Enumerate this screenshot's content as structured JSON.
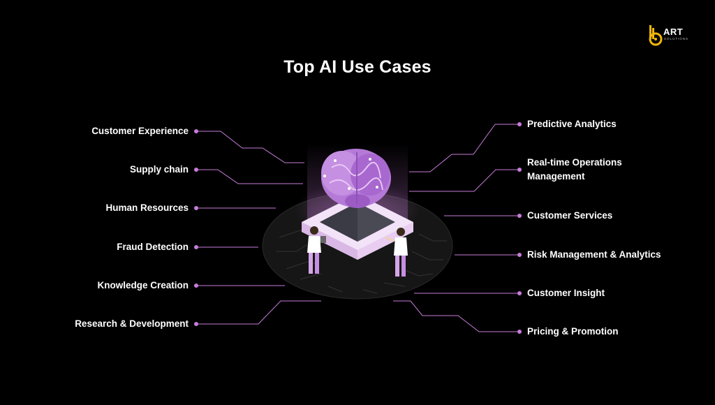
{
  "title": "Top AI Use Cases",
  "logo": {
    "brand": "ART",
    "tagline": "SOLUTIONS"
  },
  "colors": {
    "background": "#000000",
    "accent": "#c77dd9",
    "brain": "#b57ad8",
    "logo": "#f2b705"
  },
  "left_items": [
    {
      "label": "Customer Experience"
    },
    {
      "label": "Supply chain"
    },
    {
      "label": "Human Resources"
    },
    {
      "label": "Fraud Detection"
    },
    {
      "label": "Knowledge Creation"
    },
    {
      "label": "Research & Development"
    }
  ],
  "right_items": [
    {
      "label": "Predictive Analytics"
    },
    {
      "label": "Real-time Operations\nManagement"
    },
    {
      "label": "Customer Services"
    },
    {
      "label": "Risk Management & Analytics"
    },
    {
      "label": "Customer Insight"
    },
    {
      "label": "Pricing & Promotion"
    }
  ]
}
